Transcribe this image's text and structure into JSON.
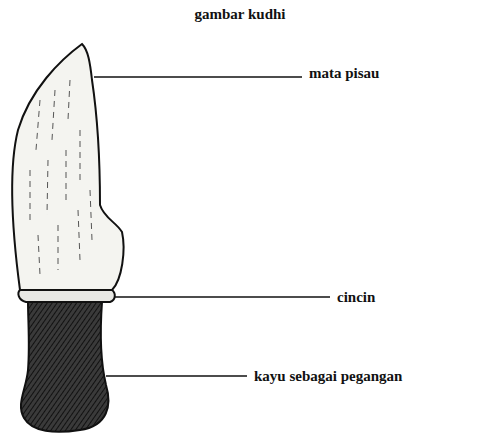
{
  "diagram": {
    "title": "gambar kudhi",
    "labels": [
      "mata pisau",
      "cincin",
      "kayu sebagai pegangan"
    ]
  }
}
